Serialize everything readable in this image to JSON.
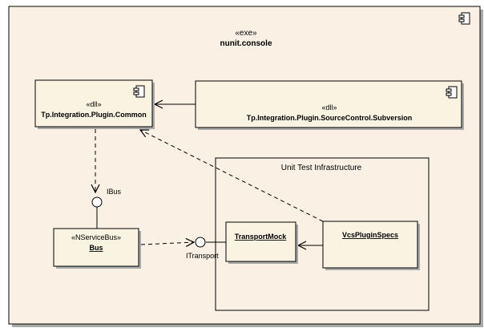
{
  "colors": {
    "frame_fill": "#faf0e4",
    "frame_border": "#000000",
    "component_fill": "#fbf3e2",
    "shadow": "#a9a9a9",
    "line": "#000000"
  },
  "root": {
    "stereotype": "«exe»",
    "name": "nunit.console",
    "icon": "component-icon"
  },
  "components": {
    "common": {
      "stereotype": "«dll»",
      "name": "Tp.Integration.Plugin.Common",
      "icon": "component-icon"
    },
    "subversion": {
      "stereotype": "«dll»",
      "name": "Tp.Integration.Plugin.SourceControl.Subversion",
      "icon": "component-icon"
    }
  },
  "package": {
    "name": "Unit Test Infrastructure"
  },
  "objects": {
    "bus": {
      "stereotype": "«NServiceBus»",
      "name": "Bus"
    },
    "transport_mock": {
      "name": "TransportMock"
    },
    "vcs_plugin_specs": {
      "name": "VcsPluginSpecs"
    }
  },
  "interfaces": {
    "ibus": {
      "name": "IBus"
    },
    "itransport": {
      "name": "ITransport"
    }
  }
}
